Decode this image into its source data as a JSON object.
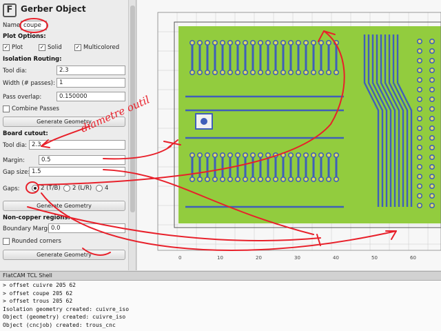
{
  "panel": {
    "title": "Gerber Object",
    "name_label": "Name:",
    "name_value": "coupe",
    "plot_options": {
      "heading": "Plot Options:",
      "plot": "Plot",
      "solid": "Solid",
      "multicolored": "Multicolored"
    },
    "isolation": {
      "heading": "Isolation Routing:",
      "tool_dia_label": "Tool dia:",
      "tool_dia_value": "2.3",
      "width_label": "Width (# passes):",
      "width_value": "1",
      "overlap_label": "Pass overlap:",
      "overlap_value": "0.150000",
      "combine_label": "Combine Passes",
      "generate_label": "Generate Geometry"
    },
    "cutout": {
      "heading": "Board cutout:",
      "tool_dia_label": "Tool dia:",
      "tool_dia_value": "2.3",
      "margin_label": "Margin:",
      "margin_value": "0.5",
      "gap_size_label": "Gap size:",
      "gap_size_value": "1.5",
      "gaps_label": "Gaps:",
      "gap_options": [
        "2 (T/B)",
        "2 (L/R)",
        "4"
      ],
      "generate_label": "Generate Geometry"
    },
    "noncopper": {
      "heading": "Non-copper regions:",
      "margin_label": "Boundary Margin:",
      "margin_value": "0.0",
      "rounded_label": "Rounded corners",
      "generate_label": "Generate Geometry"
    }
  },
  "canvas": {
    "x_ticks": [
      "0",
      "10",
      "20",
      "30",
      "40",
      "50",
      "60"
    ],
    "colors": {
      "board": "#92cc3e",
      "traces": "#3f5fb9",
      "grid": "#c8c8c8"
    }
  },
  "shell": {
    "title": "FlatCAM TCL Shell",
    "lines": [
      "> offset cuivre 205 62",
      "> offset coupe 205 62",
      "> offset trous 205 62",
      "Isolation geometry created: cuivre_iso",
      "Object (geometry) created: cuivre_iso",
      "Object (cncjob) created: trous_cnc"
    ]
  },
  "annotation": {
    "text": "diametre outil"
  }
}
